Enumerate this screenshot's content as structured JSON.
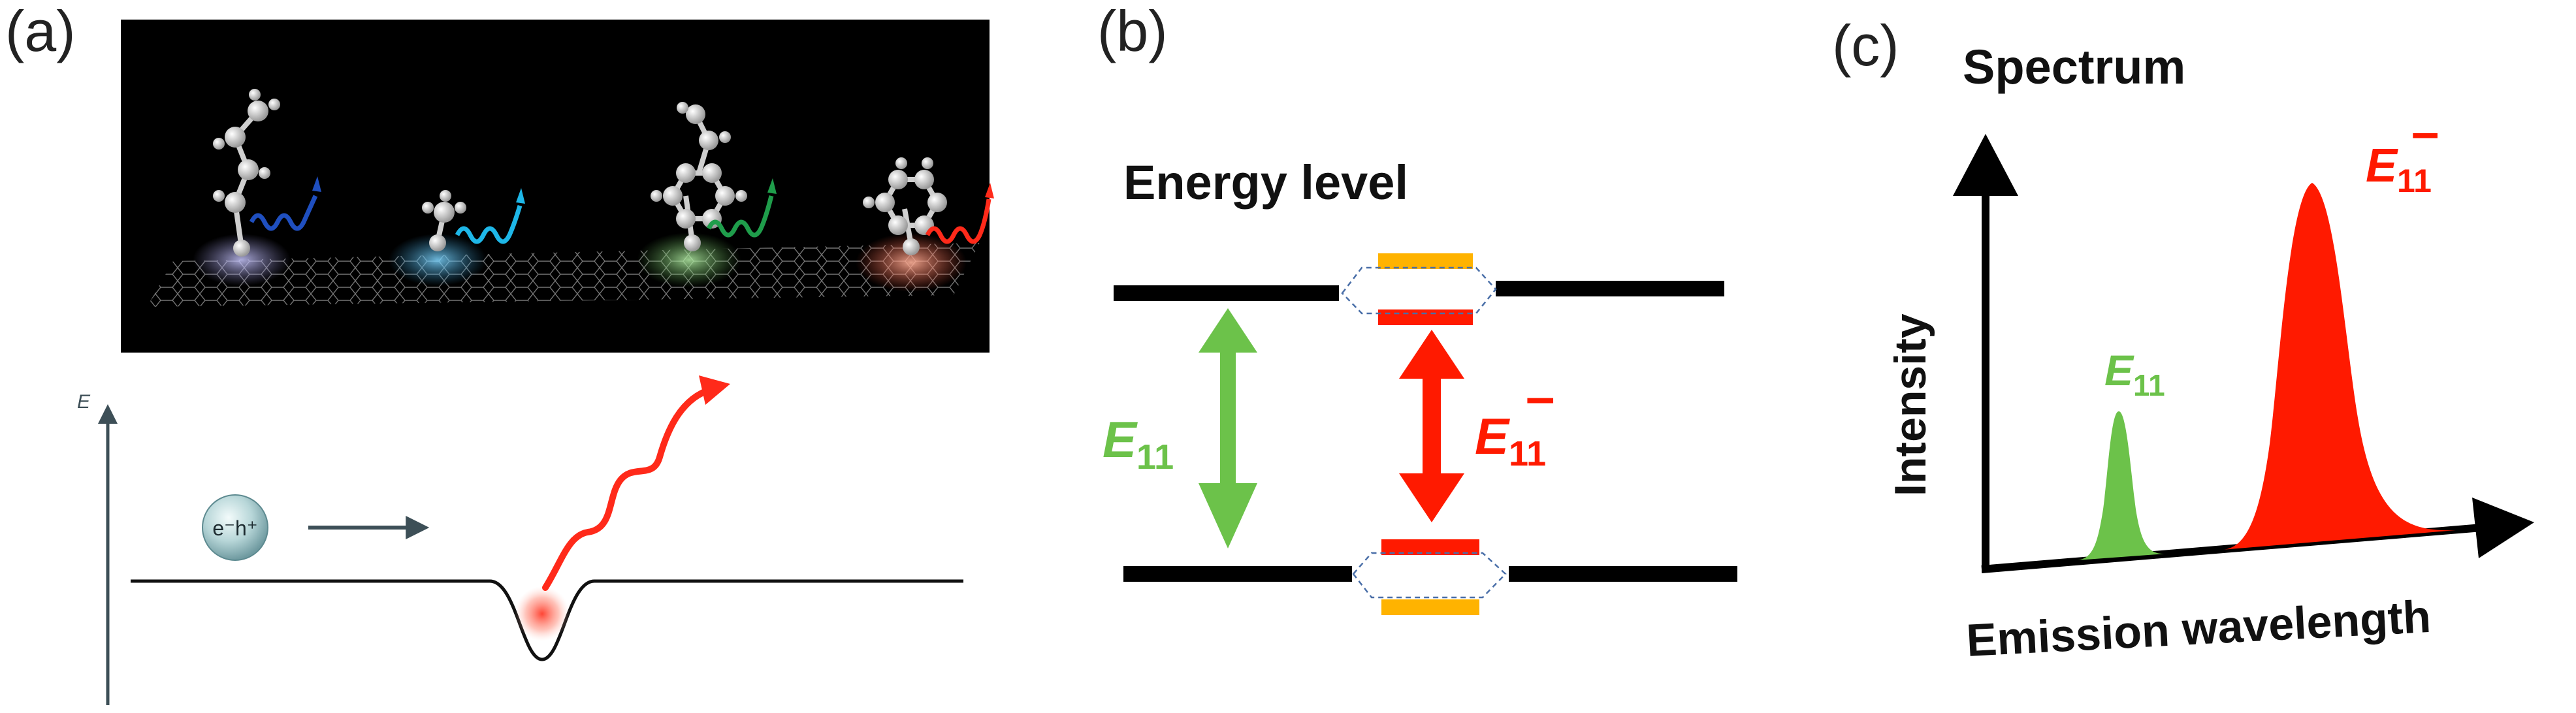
{
  "panels": {
    "a": {
      "label": "(a)",
      "energy_axis_label": "E",
      "exciton_label": "e⁻h⁺"
    },
    "b": {
      "label": "(b)",
      "title": "Energy level",
      "e11_symbol": "E",
      "e11_subscript": "11",
      "e11_minus_symbol": "E",
      "e11_minus_subscript": "11",
      "e11_minus_superscript": "–"
    },
    "c": {
      "label": "(c)",
      "title": "Spectrum",
      "y_axis_label": "Intensity",
      "x_axis_label": "Emission wavelength",
      "e11_symbol": "E",
      "e11_subscript": "11",
      "e11_minus_symbol": "E",
      "e11_minus_subscript": "11",
      "e11_minus_superscript": "–"
    }
  },
  "colors": {
    "green": "#6cc24a",
    "red": "#ff1a00",
    "orange": "#ffb300",
    "black": "#000000",
    "axis_gray": "#3d4f57"
  }
}
